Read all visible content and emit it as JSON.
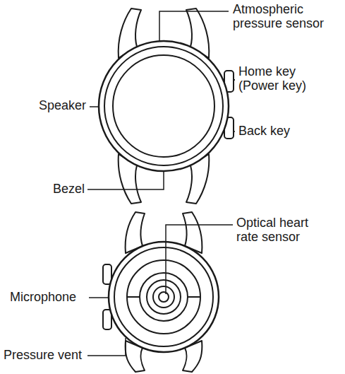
{
  "diagram": {
    "labels": [
      "Atmospheric pressure sensor",
      "Home key (Power key)",
      "Speaker",
      "Back key",
      "Bezel",
      "Optical heart rate sensor",
      "Microphone",
      "Pressure vent"
    ]
  }
}
